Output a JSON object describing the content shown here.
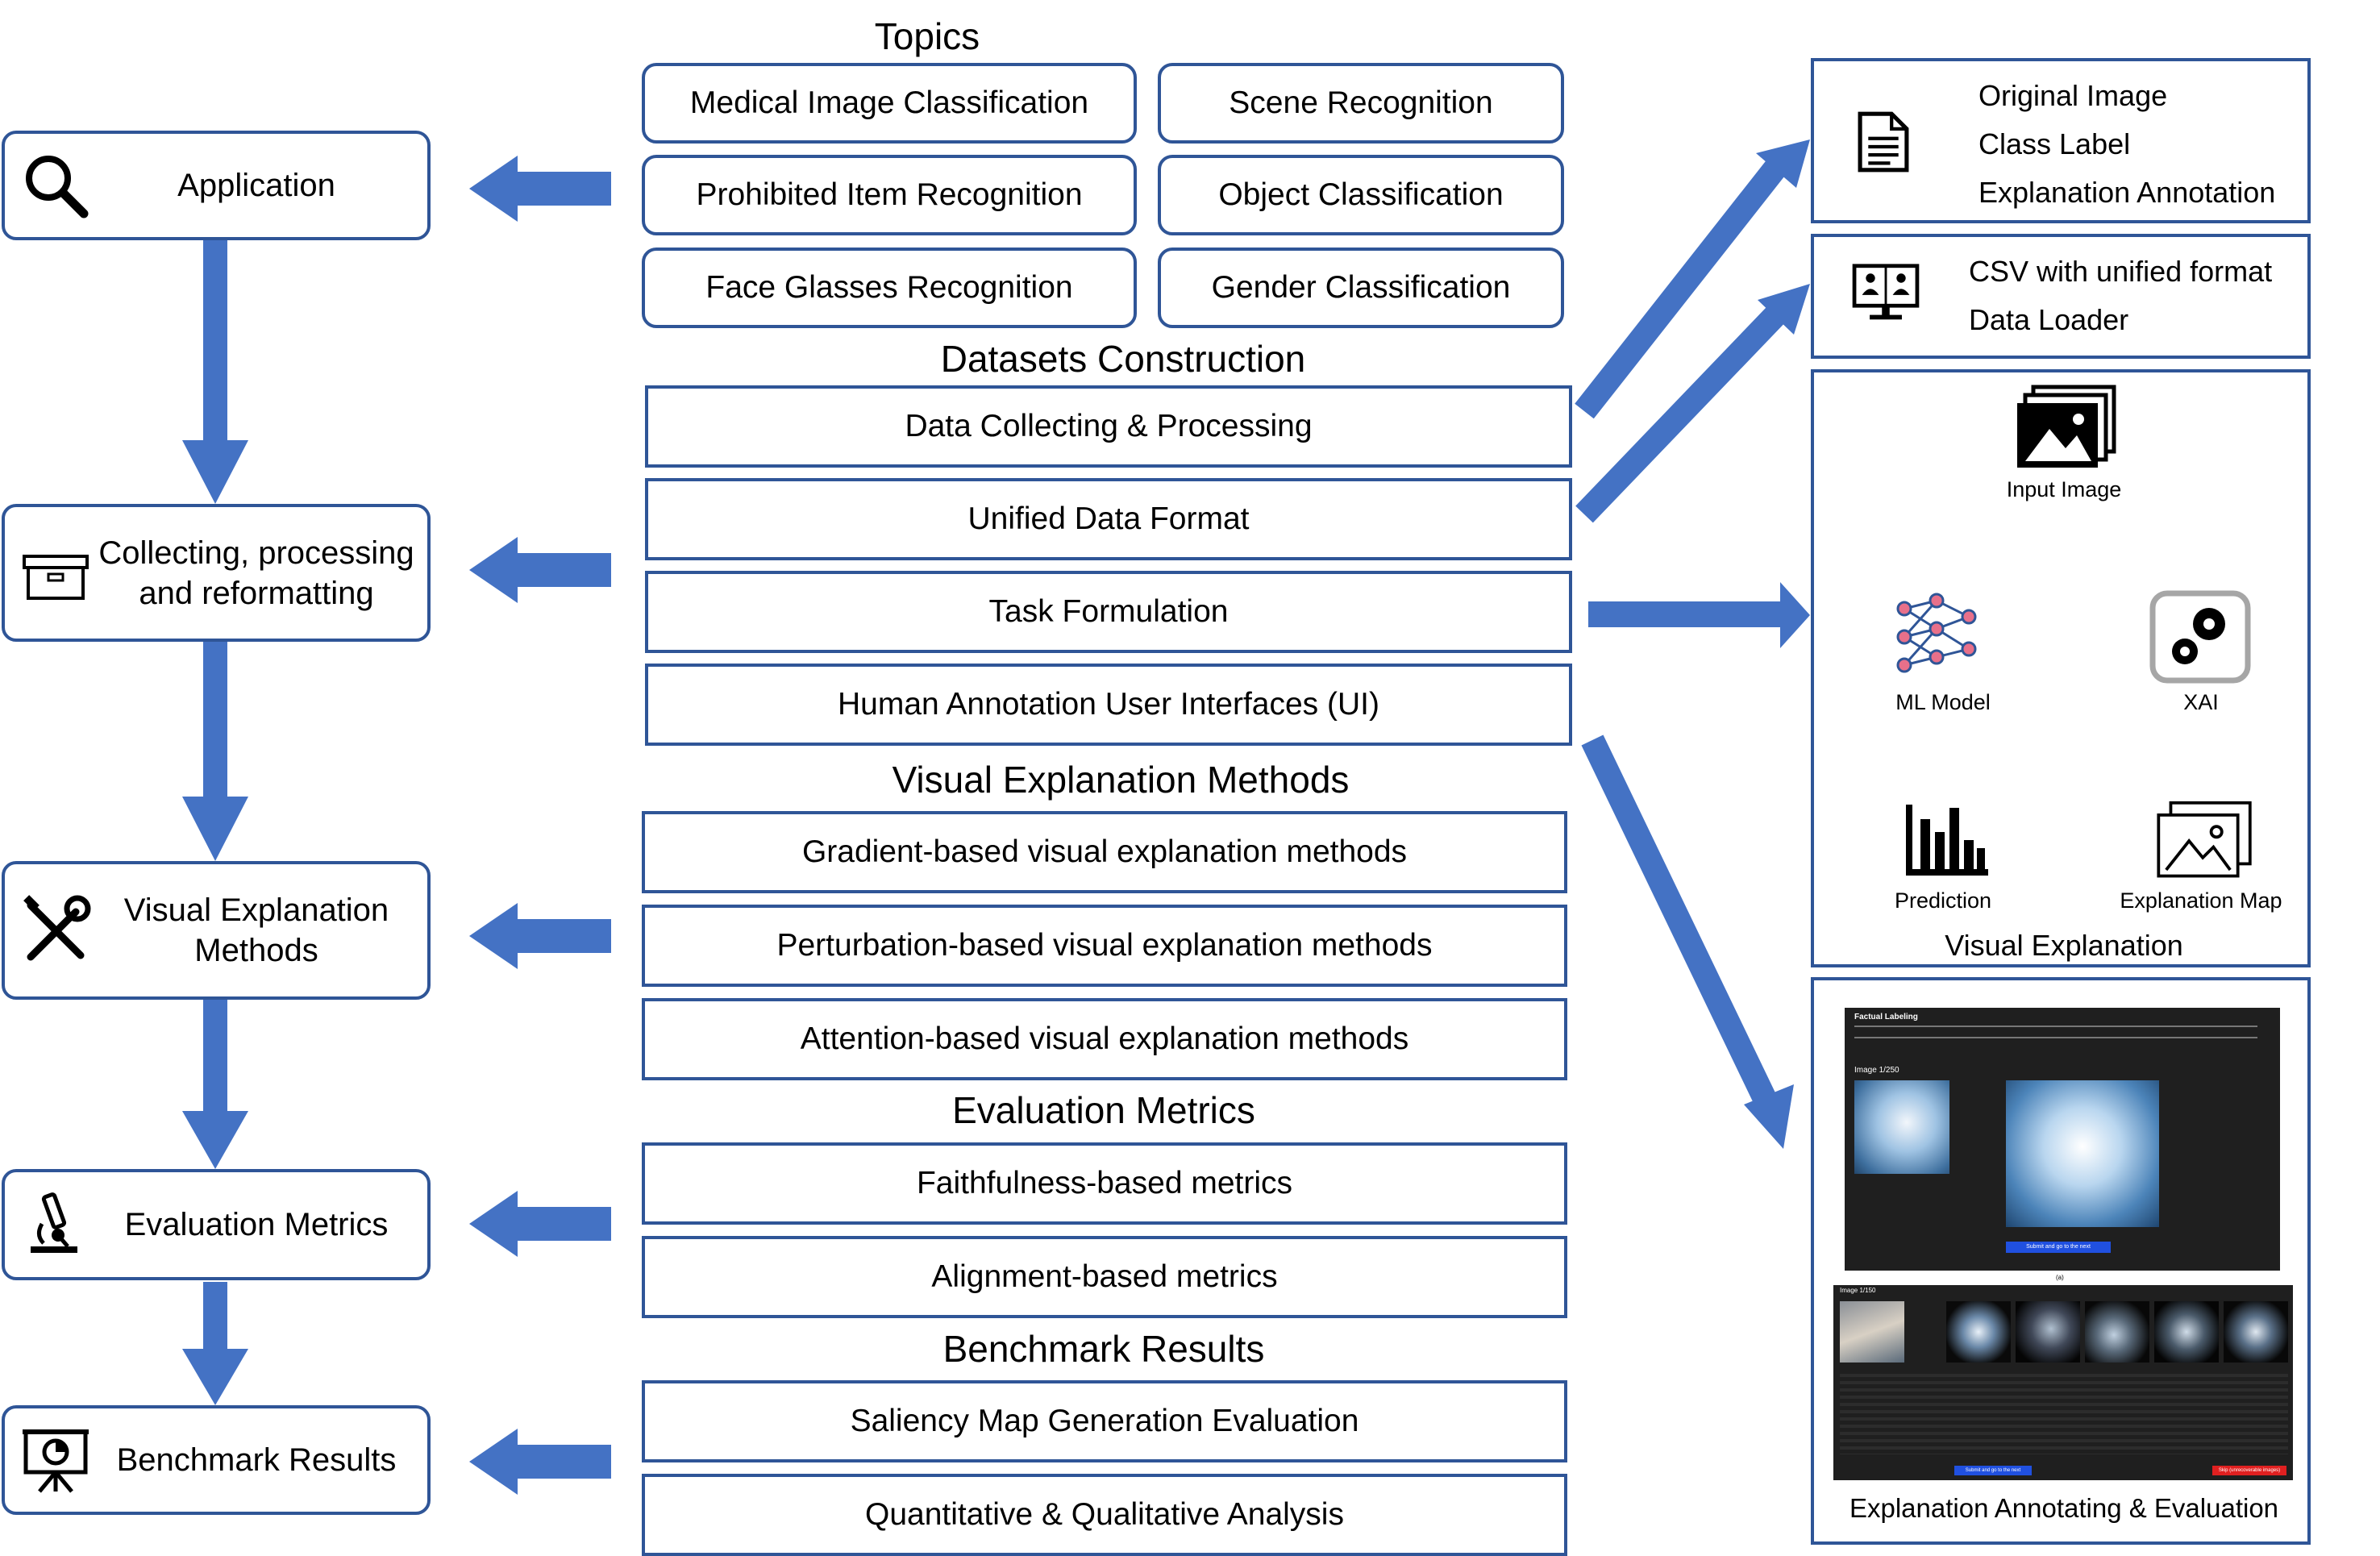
{
  "colors": {
    "stroke": "#2f5597",
    "arrow": "#4472c4",
    "light_arrow": "#a9c1e8",
    "ui_dark": "#1f1f1f"
  },
  "left_stages": {
    "application": "Application",
    "collecting_line1": "Collecting, processing",
    "collecting_line2": "and reformatting",
    "vem_line1": "Visual Explanation",
    "vem_line2": "Methods",
    "evaluation": "Evaluation Metrics",
    "benchmark": "Benchmark Results"
  },
  "left_icons": {
    "application": "magnifier-icon",
    "collecting": "archive-box-icon",
    "vem": "tools-icon",
    "evaluation": "microscope-icon",
    "benchmark": "presentation-chart-icon"
  },
  "center": {
    "topics_heading": "Topics",
    "topics": [
      "Medical Image Classification",
      "Scene Recognition",
      "Prohibited Item Recognition",
      "Object Classification",
      "Face Glasses Recognition",
      "Gender Classification"
    ],
    "datasets_heading": "Datasets Construction",
    "datasets": [
      "Data Collecting & Processing",
      "Unified Data Format",
      "Task Formulation",
      "Human Annotation User Interfaces (UI)"
    ],
    "vem_heading": "Visual Explanation Methods",
    "vem": [
      "Gradient-based visual explanation methods",
      "Perturbation-based visual explanation methods",
      "Attention-based visual explanation methods"
    ],
    "eval_heading": "Evaluation Metrics",
    "eval": [
      "Faithfulness-based metrics",
      "Alignment-based metrics"
    ],
    "bench_heading": "Benchmark Results",
    "bench": [
      "Saliency Map Generation Evaluation",
      "Quantitative & Qualitative Analysis"
    ]
  },
  "right": {
    "dataset_items": [
      "Original Image",
      "Class Label",
      "Explanation Annotation"
    ],
    "dataset_icon": "document-icon",
    "format_items": [
      "CSV with unified format",
      "Data Loader"
    ],
    "format_icon": "monitor-users-icon",
    "pipeline": {
      "input_label": "Input Image",
      "model_label": "ML Model",
      "xai_label": "XAI",
      "prediction_label": "Prediction",
      "map_label": "Explanation Map",
      "caption": "Visual Explanation"
    },
    "annotation_caption": "Explanation Annotating & Evaluation",
    "ui_top": {
      "title": "Factual Labeling",
      "image_counter": "Image 1/250",
      "submit_label": "Submit and go to the next",
      "sub_caption": "(a)"
    },
    "ui_bottom": {
      "image_counter": "Image 1/150",
      "submit_label": "Submit and go to the next",
      "skip_label": "Skip (unrecoverable images)"
    }
  }
}
